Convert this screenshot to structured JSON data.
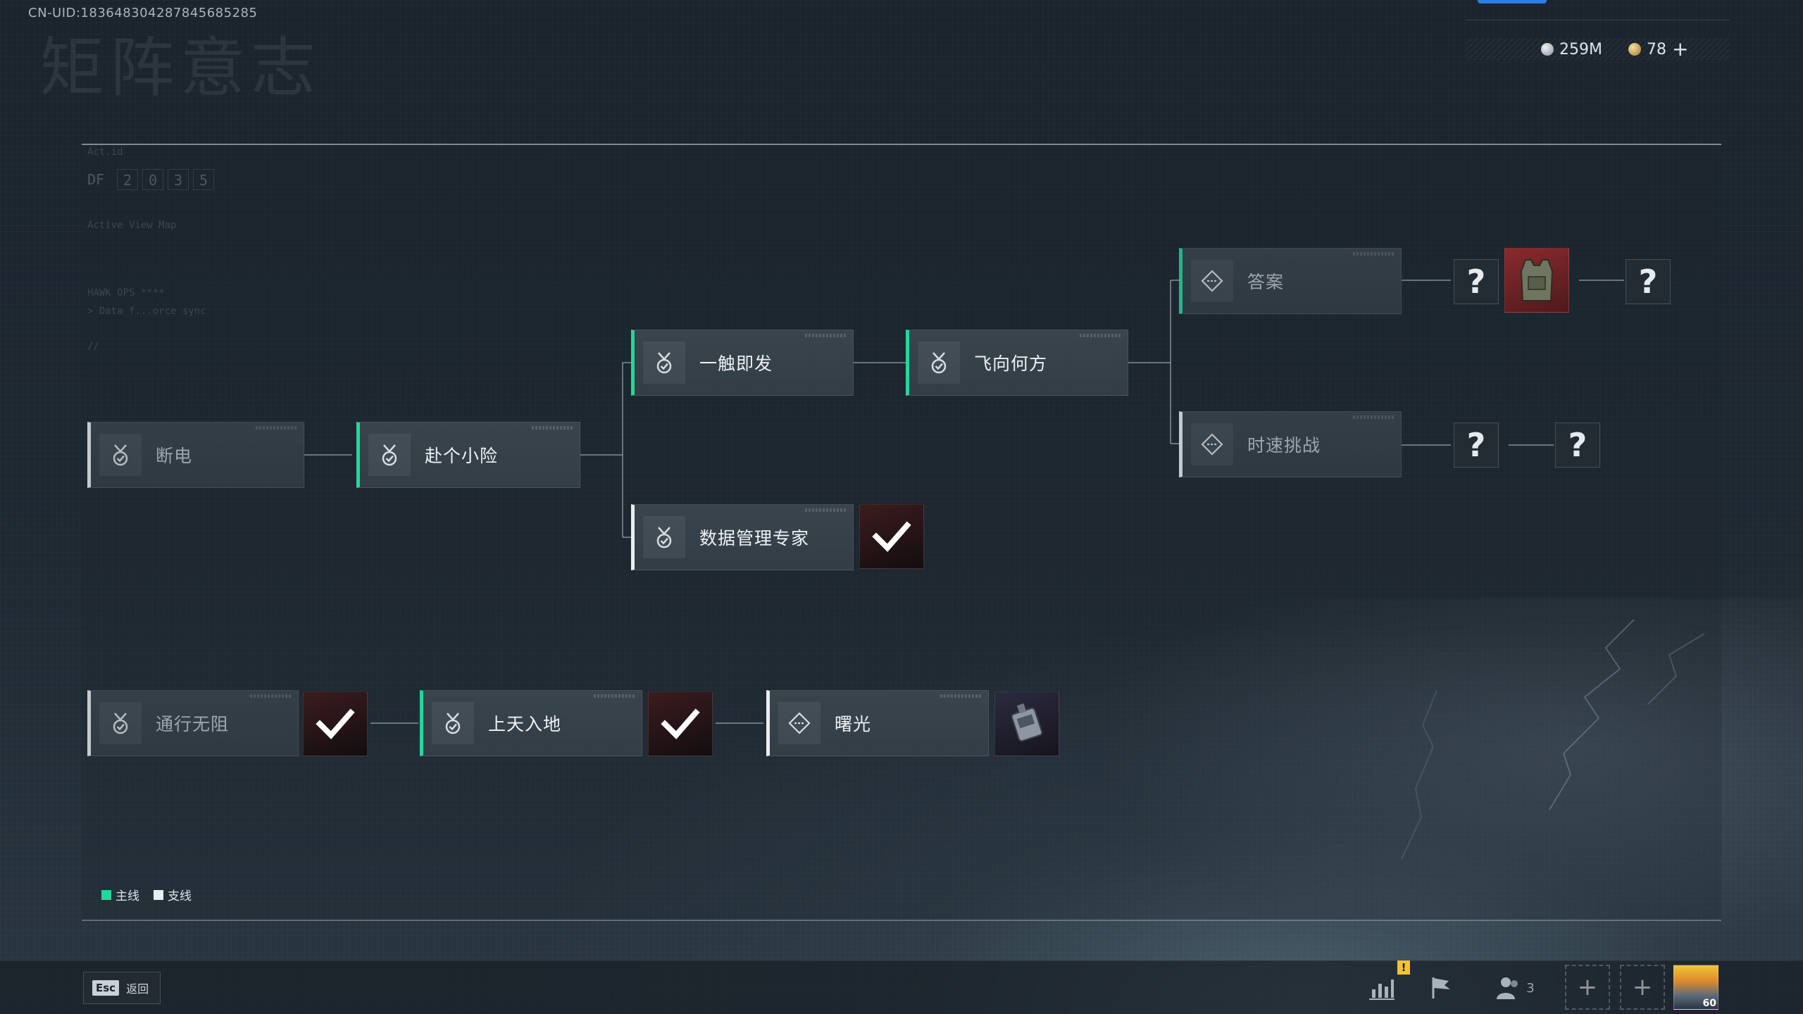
{
  "header": {
    "uid": "CN-UID:183648304287845685285",
    "page_title": "矩阵意志"
  },
  "currency": {
    "silver": "259M",
    "gold": "78",
    "add": "+"
  },
  "panel": {
    "code_prefix": "DF",
    "code_digits": [
      "2",
      "0",
      "3",
      "5"
    ],
    "deco_lines": [
      "Act.id",
      "Active View Map",
      "HAWK OPS ****",
      "> Data f...orce sync",
      "//"
    ]
  },
  "nodes": {
    "duandian": "断电",
    "fuxian": "赴个小险",
    "yichu": "一触即发",
    "feixiang": "飞向何方",
    "shuju": "数据管理专家",
    "daan": "答案",
    "shisu": "时速挑战",
    "tongxing": "通行无阻",
    "shangtian": "上天入地",
    "shuguang": "曙光"
  },
  "rewards": {
    "unknown": "?"
  },
  "legend": {
    "main": "主线",
    "side": "支线"
  },
  "bottom": {
    "esc_key": "Esc",
    "esc_label": "返回",
    "warn": "!",
    "squad_count": "3",
    "slot_plus": "+",
    "avatar_badge": "60"
  },
  "colors": {
    "main_line": "#22d89a",
    "side_line": "#e9eef2",
    "accent": "#2b7de8"
  }
}
